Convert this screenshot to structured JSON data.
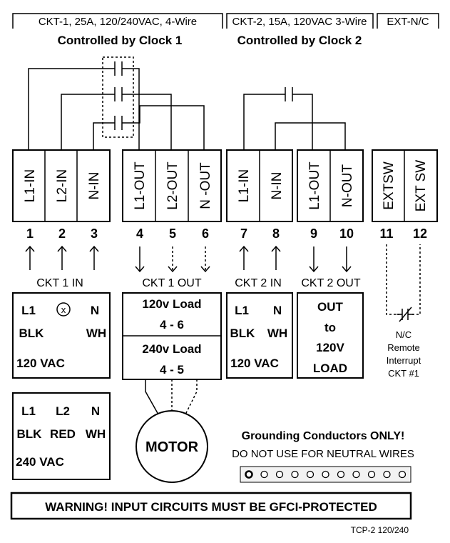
{
  "header": {
    "ckt1_title": "CKT-1, 25A, 120/240VAC, 4-Wire",
    "ckt1_sub": "Controlled by Clock 1",
    "ckt2_title": "CKT-2, 15A, 120VAC 3-Wire",
    "ckt2_sub": "Controlled by Clock 2",
    "ext_title": "EXT-N/C"
  },
  "terminals": [
    {
      "label": "L1-IN",
      "num": "1"
    },
    {
      "label": "L2-IN",
      "num": "2"
    },
    {
      "label": "N-IN",
      "num": "3"
    },
    {
      "label": "L1-OUT",
      "num": "4"
    },
    {
      "label": "L2-OUT",
      "num": "5"
    },
    {
      "label": "N -OUT",
      "num": "6"
    },
    {
      "label": "L1-IN",
      "num": "7"
    },
    {
      "label": "N-IN",
      "num": "8"
    },
    {
      "label": "L1-OUT",
      "num": "9"
    },
    {
      "label": "N-OUT",
      "num": "10"
    },
    {
      "label": "EXTSW",
      "num": "11"
    },
    {
      "label": "EXT SW",
      "num": "12"
    }
  ],
  "section_labels": {
    "ckt1_in": "CKT 1 IN",
    "ckt1_out": "CKT 1 OUT",
    "ckt2_in": "CKT 2 IN",
    "ckt2_out": "CKT 2 OUT"
  },
  "ckt1_in_box": {
    "l1": "L1",
    "x": "x",
    "n": "N",
    "blk": "BLK",
    "wh": "WH",
    "volt": "120 VAC"
  },
  "box240": {
    "l1": "L1",
    "l2": "L2",
    "n": "N",
    "blk": "BLK",
    "red": "RED",
    "wh": "WH",
    "volt": "240 VAC"
  },
  "load_box": {
    "load120": "120v Load",
    "range120": "4 - 6",
    "load240": "240v Load",
    "range240": "4 - 5"
  },
  "ckt2_in_box": {
    "l1": "L1",
    "n": "N",
    "blk": "BLK",
    "wh": "WH",
    "volt": "120 VAC"
  },
  "ckt2_out_box": {
    "line1": "OUT",
    "line2": "to",
    "line3": "120V",
    "line4": "LOAD"
  },
  "motor": "MOTOR",
  "remote": {
    "line1": "N/C",
    "line2": "Remote",
    "line3": "Interrupt",
    "line4": "CKT #1"
  },
  "grounding": {
    "title": "Grounding Conductors ONLY!",
    "subtitle": "DO NOT USE FOR NEUTRAL WIRES",
    "screws": 11
  },
  "warning": "WARNING!  INPUT CIRCUITS MUST BE GFCI-PROTECTED",
  "model": "TCP-2 120/240"
}
